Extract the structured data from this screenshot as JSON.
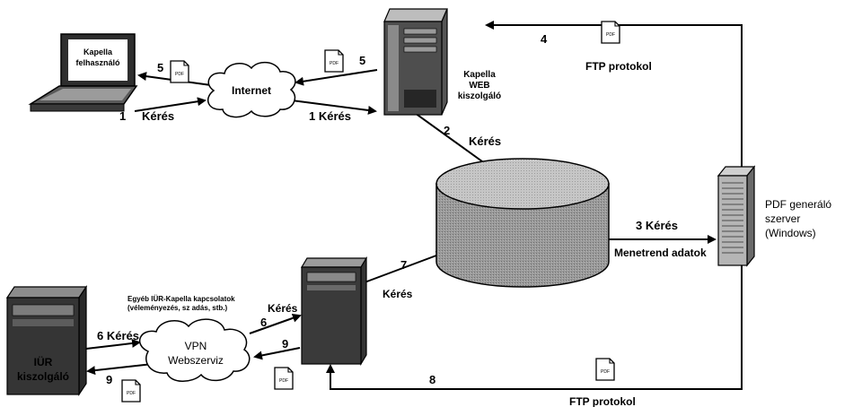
{
  "nodes": {
    "laptop": {
      "label_lines": [
        "Kapella",
        "felhasználó"
      ]
    },
    "internet": {
      "label": "Internet"
    },
    "web_server": {
      "label_lines": [
        "Kapella",
        "WEB",
        "kiszolgáló"
      ]
    },
    "database": {
      "label_lines": [
        "",
        ""
      ]
    },
    "pdf_server": {
      "label_lines": [
        "PDF generáló",
        "szerver",
        "(Windows)"
      ]
    },
    "vpn": {
      "label_lines": [
        "VPN",
        "Webszerviz"
      ]
    },
    "itr_server": {
      "label_lines": [
        "IÜR",
        "kiszolgáló"
      ]
    },
    "middle_server": {
      "label_lines": [
        "",
        "",
        ""
      ]
    }
  },
  "labels": {
    "n1_left": "1",
    "keres_1_left": "Kérés",
    "n1_right": "1 Kérés",
    "n2": "2",
    "keres_2": "Kérés",
    "n3_keres": "3  Kérés",
    "menetrend": "Menetrend adatok",
    "n4": "4",
    "ftp_top": "FTP protokol",
    "n5_left": "5",
    "n5_right": "5",
    "n6_left": "6 Kérés",
    "n6_right": "6",
    "keres_6_right": "Kérés",
    "n7": "7",
    "keres_7": "Kérés",
    "n8": "8",
    "ftp_bottom": "FTP protokol",
    "n9_left": "9",
    "n9_right": "9",
    "egyeb_line1": "Egyéb IÜR-Kapella kapcsolatok",
    "egyeb_line2": "(véleményezés, sz adás, stb.)"
  },
  "icons": {
    "pdf_icon_text": "PDF"
  },
  "colors": {
    "line": "#000000",
    "server_dark": "#2b2b2b",
    "server_mid": "#777777",
    "db_fill": "#9a9a9a",
    "db_top": "#c4c4c4",
    "cloud_fill": "#ffffff"
  }
}
